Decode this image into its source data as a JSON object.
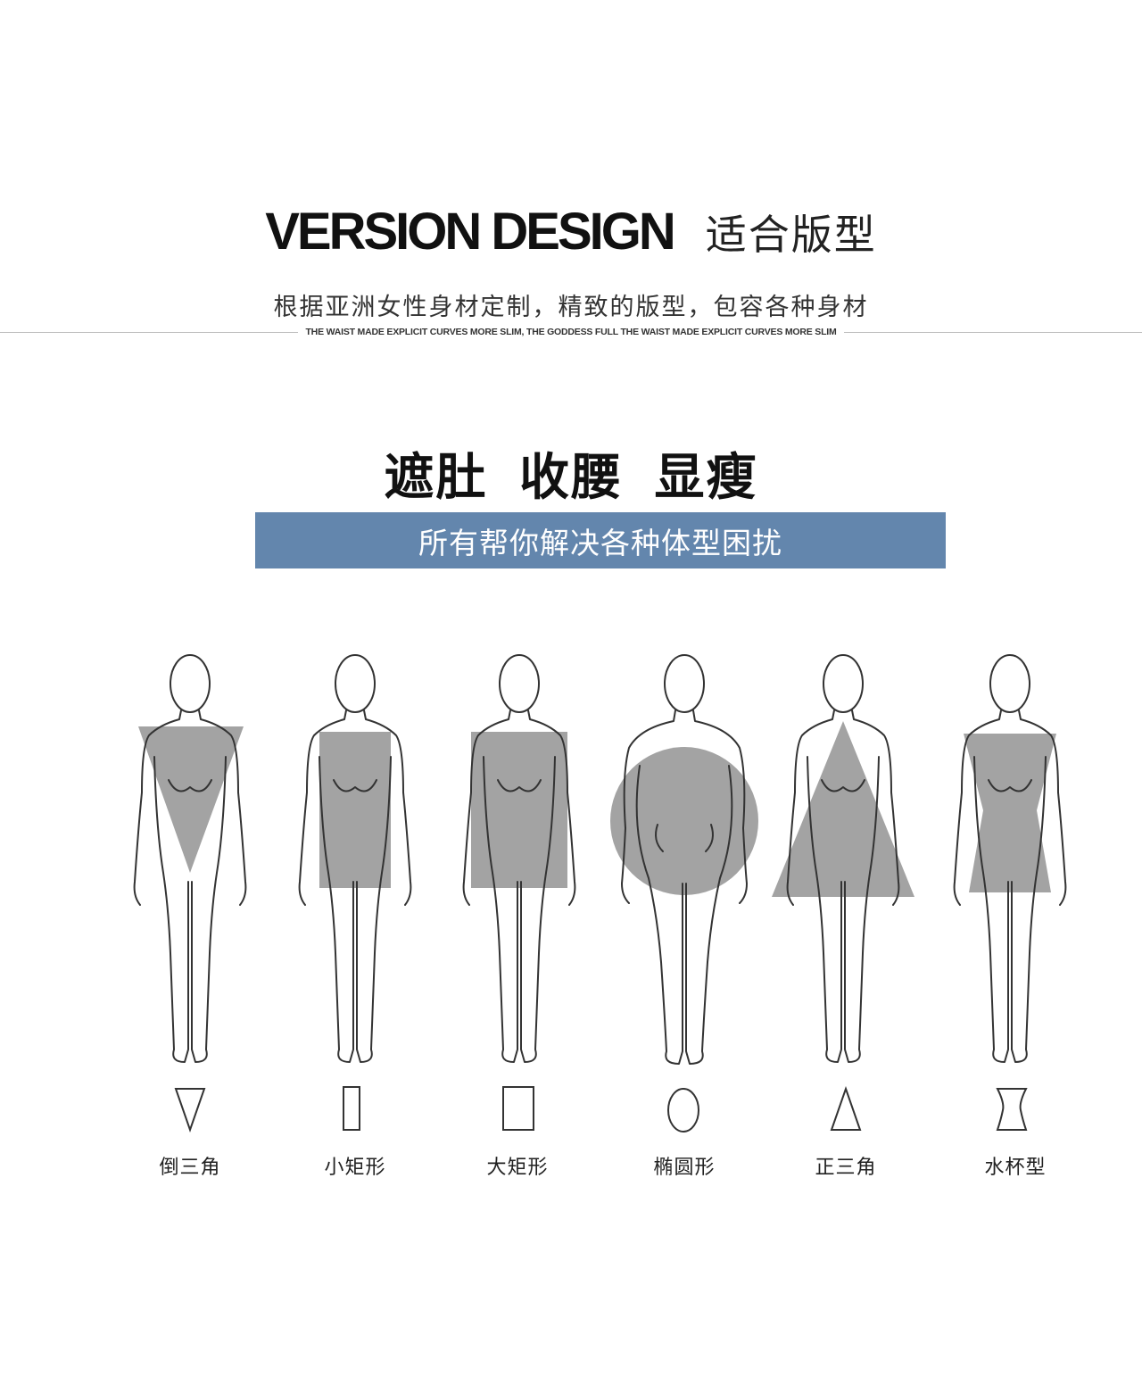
{
  "header": {
    "title_en": "VERSION DESIGN",
    "title_cn": "适合版型",
    "subtitle_cn": "根据亚洲女性身材定制，精致的版型，包容各种身材",
    "subtitle_en": "THE WAIST MADE EXPLICIT CURVES MORE SLIM, THE GODDESS FULL THE WAIST MADE EXPLICIT CURVES MORE SLIM"
  },
  "headline": "遮肚 收腰 显瘦",
  "banner": "所有帮你解决各种体型困扰",
  "colors": {
    "banner_bg": "#6386ad",
    "shape_fill": "#a3a3a3",
    "outline": "#333333"
  },
  "body_types": [
    {
      "label": "倒三角",
      "icon": "inverted-triangle-icon"
    },
    {
      "label": "小矩形",
      "icon": "small-rectangle-icon"
    },
    {
      "label": "大矩形",
      "icon": "large-rectangle-icon"
    },
    {
      "label": "椭圆形",
      "icon": "oval-icon"
    },
    {
      "label": "正三角",
      "icon": "triangle-icon"
    },
    {
      "label": "水杯型",
      "icon": "hourglass-cup-icon"
    }
  ]
}
